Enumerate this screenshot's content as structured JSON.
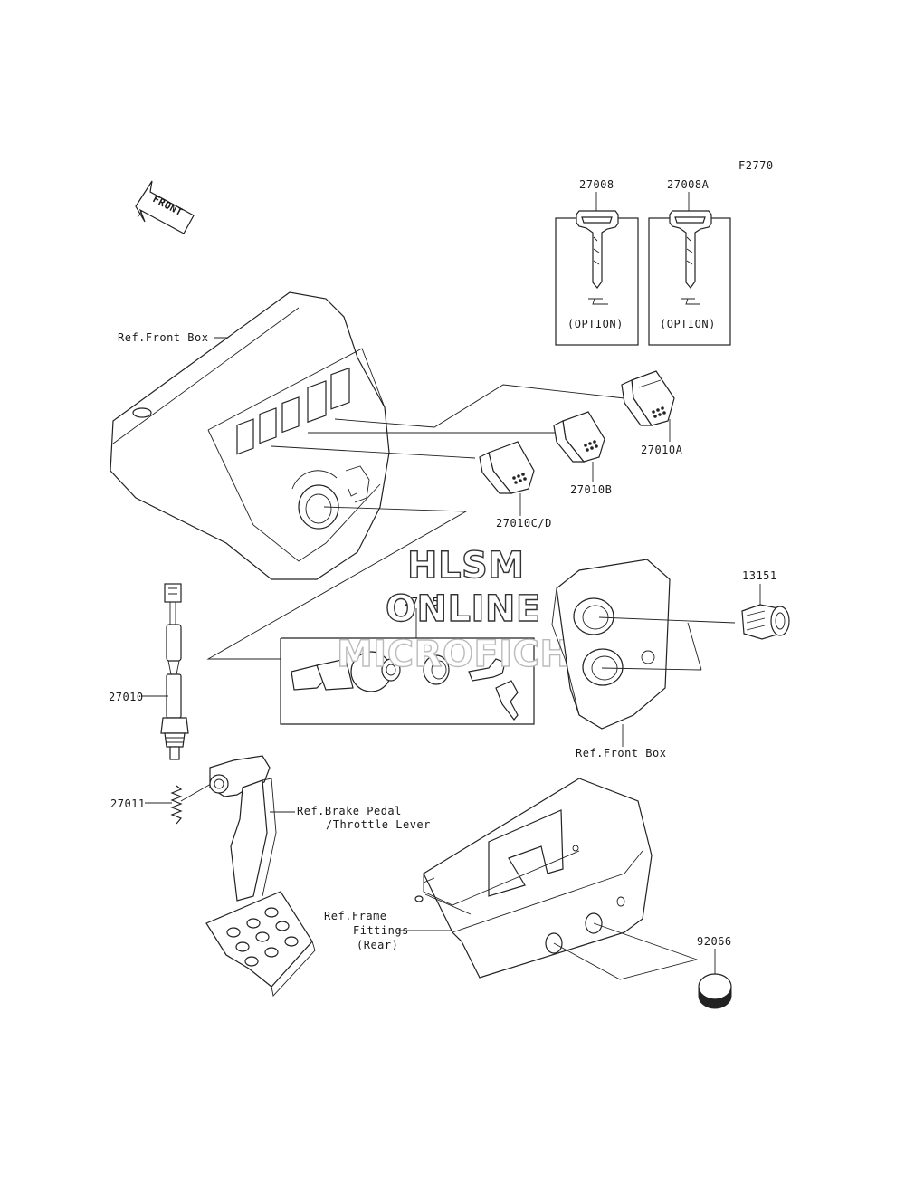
{
  "figure_code": "F2770",
  "front_label": "FRONT",
  "watermark": {
    "line1": "HLSM",
    "line2": "ONLINE",
    "line3": "MICROFICHE"
  },
  "parts": [
    {
      "id": "keyA",
      "number": "27008",
      "note": "(OPTION)"
    },
    {
      "id": "keyB",
      "number": "27008A",
      "note": "(OPTION)"
    },
    {
      "id": "sw10A",
      "number": "27010A"
    },
    {
      "id": "sw10B",
      "number": "27010B"
    },
    {
      "id": "sw10CD",
      "number": "27010C/D"
    },
    {
      "id": "ign",
      "number": "27005"
    },
    {
      "id": "sock",
      "number": "13151"
    },
    {
      "id": "sw10",
      "number": "27010"
    },
    {
      "id": "spring",
      "number": "27011"
    },
    {
      "id": "cap",
      "number": "92066"
    }
  ],
  "references": {
    "front_box_top": "Ref.Front Box",
    "front_box_right": "Ref.Front Box",
    "brake_line1": "Ref.Brake Pedal",
    "brake_line2": "/Throttle Lever",
    "frame_line1": "Ref.Frame",
    "frame_line2": "Fittings",
    "frame_line3": "(Rear)"
  }
}
